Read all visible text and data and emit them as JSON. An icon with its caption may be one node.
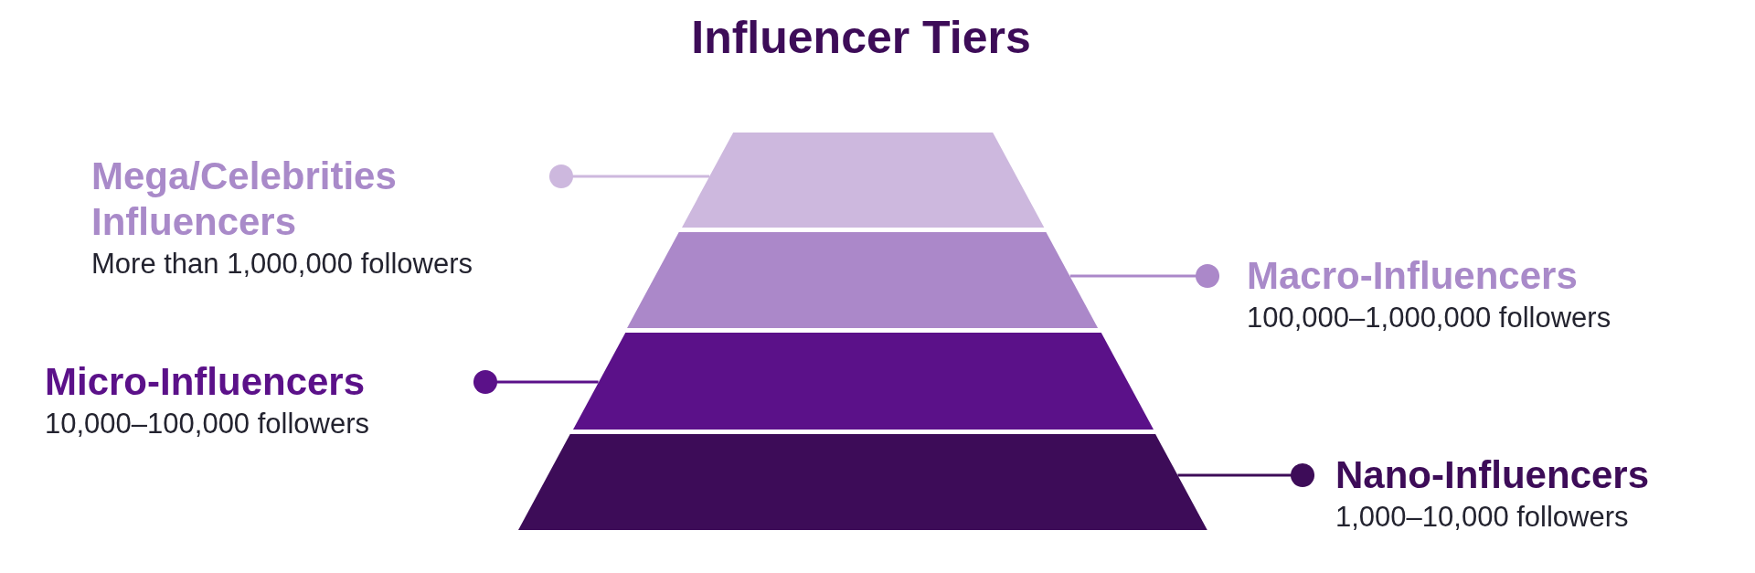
{
  "diagram": {
    "title": "Influencer Tiers",
    "nodes": [
      {
        "text": [],
        "shape": "trapezoid"
      },
      {
        "text": [],
        "shape": "trapezoid"
      },
      {
        "text": [],
        "shape": "trapezoid"
      },
      {
        "text": [],
        "shape": "trapezoid"
      },
      {
        "text": [
          "Mega/Celebrities Influencers",
          "More than 1,000,000 followers"
        ]
      },
      {
        "text": [
          "Macro-Influencers",
          "100,000–1,000,000 followers"
        ]
      },
      {
        "text": [
          "Micro-Influencers",
          "10,000–100,000 followers"
        ]
      },
      {
        "text": [
          "Nano-Influencers",
          "1,000–10,000 followers"
        ]
      }
    ],
    "edges": [
      {
        "from": 4,
        "to": 0,
        "arrow": "other",
        "color": "#cdb8de"
      },
      {
        "from": 5,
        "to": 1,
        "arrow": "other",
        "color": "#ab88c9"
      },
      {
        "from": 6,
        "to": 2,
        "arrow": "other",
        "color": "#5b1189"
      },
      {
        "from": 7,
        "to": 3,
        "arrow": "other",
        "color": "#3d0c58"
      }
    ]
  }
}
